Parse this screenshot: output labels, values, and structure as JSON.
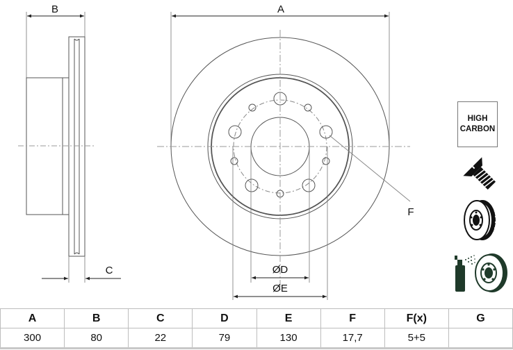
{
  "drawing": {
    "side_view": {
      "labels": {
        "B": "B",
        "C": "C"
      }
    },
    "front_view": {
      "labels": {
        "A": "A",
        "D": "ØD",
        "E": "ØE",
        "F": "F"
      }
    }
  },
  "badges": {
    "high_carbon": {
      "line1": "HIGH",
      "line2": "CARBON"
    }
  },
  "icons": [
    "screw-icon",
    "vented-disc-icon",
    "coated-disc-spray-icon"
  ],
  "table": {
    "headers": [
      "A",
      "B",
      "C",
      "D",
      "E",
      "F",
      "F(x)",
      "G"
    ],
    "values": [
      "300",
      "80",
      "22",
      "79",
      "130",
      "17,7",
      "5+5",
      ""
    ]
  },
  "colors": {
    "line": "#555555",
    "centerline": "#888888",
    "table_border": "#bdbdbd",
    "icon_dark": "#1f3a2a"
  }
}
